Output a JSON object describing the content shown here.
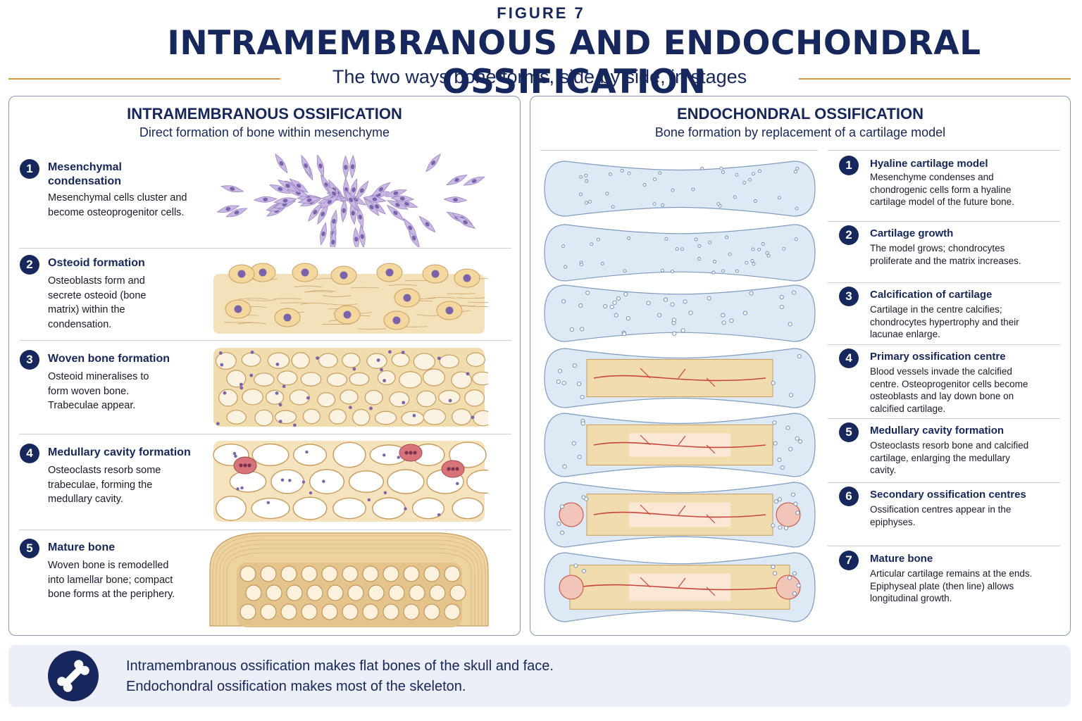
{
  "header": {
    "figure_label": "FIGURE 7",
    "title": "INTRAMEMBRANOUS AND ENDOCHONDRAL OSSIFICATION",
    "subtitle": "The two ways bone forms, side by side, in stages"
  },
  "left_panel": {
    "title": "INTRAMEMBRANOUS OSSIFICATION",
    "subtitle": "Direct formation of bone within mesenchyme",
    "steps": [
      {
        "num": "1",
        "title": "Mesenchymal condensation",
        "desc": "Mesenchymal cells cluster and become osteoprogenitor cells."
      },
      {
        "num": "2",
        "title": "Osteoid formation",
        "desc": "Osteoblasts form and secrete osteoid (bone matrix) within the condensation."
      },
      {
        "num": "3",
        "title": "Woven bone formation",
        "desc": "Osteoid mineralises to form woven bone. Trabeculae appear."
      },
      {
        "num": "4",
        "title": "Medullary cavity formation",
        "desc": "Osteoclasts resorb some trabeculae, forming the medullary cavity."
      },
      {
        "num": "5",
        "title": "Mature bone",
        "desc": "Woven bone is remodelled into lamellar bone; compact bone forms at the periphery."
      }
    ]
  },
  "right_panel": {
    "title": "ENDOCHONDRAL OSSIFICATION",
    "subtitle": "Bone formation by replacement of a cartilage model",
    "steps": [
      {
        "num": "1",
        "title": "Hyaline cartilage model",
        "desc": "Mesenchyme condenses and chondrogenic cells form a hyaline cartilage model of the future bone."
      },
      {
        "num": "2",
        "title": "Cartilage growth",
        "desc": "The model grows; chondrocytes proliferate and the matrix increases."
      },
      {
        "num": "3",
        "title": "Calcification of cartilage",
        "desc": "Cartilage in the centre calcifies; chondrocytes hypertrophy and their lacunae enlarge."
      },
      {
        "num": "4",
        "title": "Primary ossification centre",
        "desc": "Blood vessels invade the calcified centre. Osteoprogenitor cells become osteoblasts and lay down bone on calcified cartilage."
      },
      {
        "num": "5",
        "title": "Medullary cavity formation",
        "desc": "Osteoclasts resorb bone and calcified cartilage, enlarging the medullary cavity."
      },
      {
        "num": "6",
        "title": "Secondary ossification centres",
        "desc": "Ossification centres appear in the epiphyses."
      },
      {
        "num": "7",
        "title": "Mature bone",
        "desc": "Articular cartilage remains at the ends. Epiphyseal plate (then line) allows longitudinal growth."
      }
    ]
  },
  "footer": {
    "icon": "bone-icon",
    "line1": "Intramembranous ossification makes flat bones of the skull and face.",
    "line2": "Endochondral ossification makes most of the skeleton."
  },
  "colors": {
    "navy": "#15275c",
    "accent_rule": "#d59a3a",
    "cartilage": "#dde9f4",
    "bone": "#f1dcae",
    "mesenchyme": "#c9b8e2",
    "vessel": "#c8453a",
    "osteoclast": "#d9737a"
  }
}
